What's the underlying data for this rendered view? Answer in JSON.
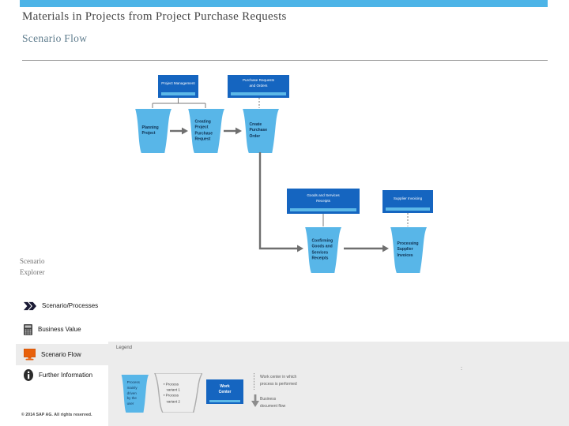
{
  "header": {
    "title": "Materials in Projects from Project Purchase Requests",
    "subtitle": "Scenario Flow"
  },
  "sidebar": {
    "explorer_label": "Scenario\nExplorer",
    "items": [
      {
        "label": "Scenario/Processes",
        "icon": "double-chevron-icon",
        "selected": false
      },
      {
        "label": "Business Value",
        "icon": "calculator-icon",
        "selected": false
      },
      {
        "label": "Scenario Flow",
        "icon": "monitor-icon",
        "selected": true
      },
      {
        "label": "Further Information",
        "icon": "info-icon",
        "selected": false
      }
    ]
  },
  "diagram": {
    "work_centers": [
      {
        "label": "Project Management"
      },
      {
        "label": "Purchase Requests\nand Orders"
      },
      {
        "label": "Goods and Services\nReceipts"
      },
      {
        "label": "Supplier Invoicing"
      }
    ],
    "process_steps": [
      {
        "label": "Planning\nProject"
      },
      {
        "label": "Creating\nProject\nPurchase\nRequest"
      },
      {
        "label": "Create\nPurchase\nOrder"
      },
      {
        "label": "Confirming\nGoods and\nServices\nReceipts"
      },
      {
        "label": "Processing\nSupplier\nInvoices"
      }
    ]
  },
  "legend": {
    "title": "Legend",
    "process_flag_label": "Process\nmainly\ndriven\nby the\nuser",
    "variants_flag_label": "• Process\n   variant 1\n• Process\n   variant 2",
    "work_center_sample_label": "Work\nCenter",
    "dotted_line_caption": "Work center in which\nprocess is performed",
    "arrow_caption": "Business\ndocument flow",
    "stray_mark": ":"
  },
  "footer": {
    "copyright": "© 2014 SAP AG. All rights reserved."
  },
  "colors": {
    "top_bar": "#4db4e7",
    "work_center_blue": "#1565c0",
    "work_center_strip": "#5cb8e8",
    "process_flag_blue": "#58b6e8",
    "connector_gray": "#6f6f6f",
    "selected_item_bg": "#ececec",
    "legend_bg": "#ececec",
    "scenario_flow_icon_orange": "#e8600a"
  }
}
